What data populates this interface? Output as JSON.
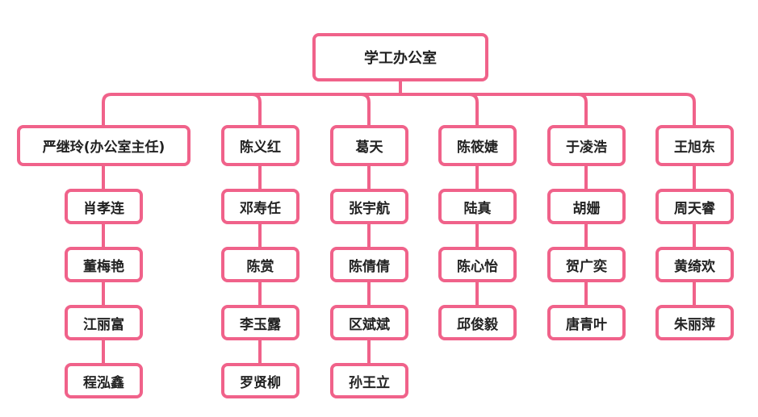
{
  "colors": {
    "border": "#f0628a",
    "line": "#f0628a",
    "text": "#222222",
    "background": "#ffffff"
  },
  "root": {
    "label": "学工办公室"
  },
  "columns": [
    {
      "head": "严继玲(办公室主任)",
      "members": [
        "肖孝连",
        "董梅艳",
        "江丽富",
        "程泓鑫"
      ]
    },
    {
      "head": "陈义红",
      "members": [
        "邓寿任",
        "陈赏",
        "李玉露",
        "罗贤柳"
      ]
    },
    {
      "head": "葛天",
      "members": [
        "张宇航",
        "陈倩倩",
        "区斌斌",
        "孙王立"
      ]
    },
    {
      "head": "陈筱婕",
      "members": [
        "陆真",
        "陈心怡",
        "邱俊毅"
      ]
    },
    {
      "head": "于凌浩",
      "members": [
        "胡姗",
        "贺广奕",
        "唐青叶"
      ]
    },
    {
      "head": "王旭东",
      "members": [
        "周天睿",
        "黄绮欢",
        "朱丽萍"
      ]
    }
  ]
}
